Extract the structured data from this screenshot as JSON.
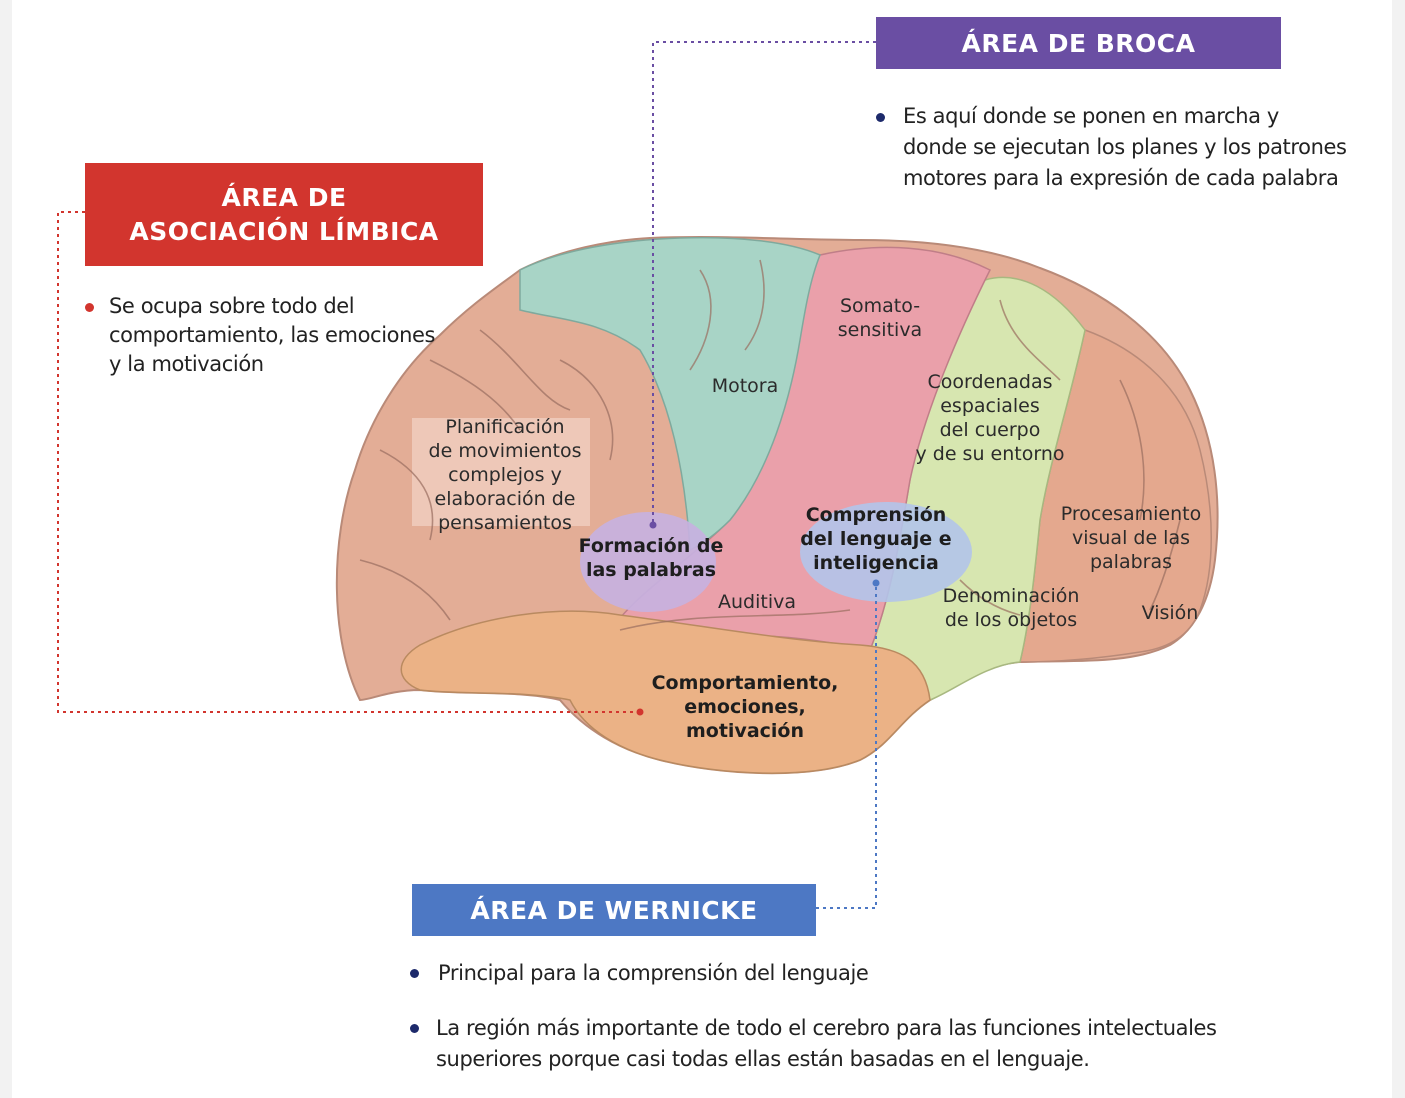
{
  "broca": {
    "title": "ÁREA DE BROCA",
    "lines": [
      "Es aquí donde se ponen en marcha y",
      "donde se ejecutan los planes y los patrones",
      "motores para la expresión de cada palabra"
    ],
    "color": "#6a4ea3"
  },
  "limbic": {
    "title_line1": "ÁREA DE",
    "title_line2": "ASOCIACIÓN LÍMBICA",
    "lines": [
      "Se ocupa sobre todo del",
      "comportamiento, las emociones",
      "y la motivación"
    ],
    "color": "#d2352e"
  },
  "wernicke": {
    "title": "ÁREA DE WERNICKE",
    "bullet1": "Principal para la comprensión del lenguaje",
    "bullet2_lines": [
      "La región más importante de todo el cerebro para las funciones intelectuales",
      "superiores porque casi todas ellas están basadas en el lenguaje."
    ],
    "color": "#4d78c4"
  },
  "regions": {
    "planificacion": "Planificación\nde movimientos\ncomplejos y\nelaboración de\npensamientos",
    "motora": "Motora",
    "somato": "Somato-\nsensitiva",
    "coordenadas": "Coordenadas\nespaciales\ndel cuerpo\ny de su entorno",
    "formacion": "Formación de\nlas palabras",
    "comprension": "Comprensión\ndel lenguaje e\ninteligencia",
    "procesamiento": "Procesamiento\nvisual de las\npalabras",
    "auditiva": "Auditiva",
    "denominacion": "Denominación\nde los objetos",
    "vision": "Visión",
    "comportamiento": "Comportamiento,\nemociones,\nmotivación"
  },
  "region_colors": {
    "frontal": "#e3ad96",
    "motor": "#a8d4c6",
    "somato": "#eaa0aa",
    "parietal": "#d7e6b0",
    "occipital": "#e4a88e",
    "temporal": "#ebb286",
    "broca_blob": "#c7b1df",
    "wernicke_blob": "#b3c4ea"
  }
}
